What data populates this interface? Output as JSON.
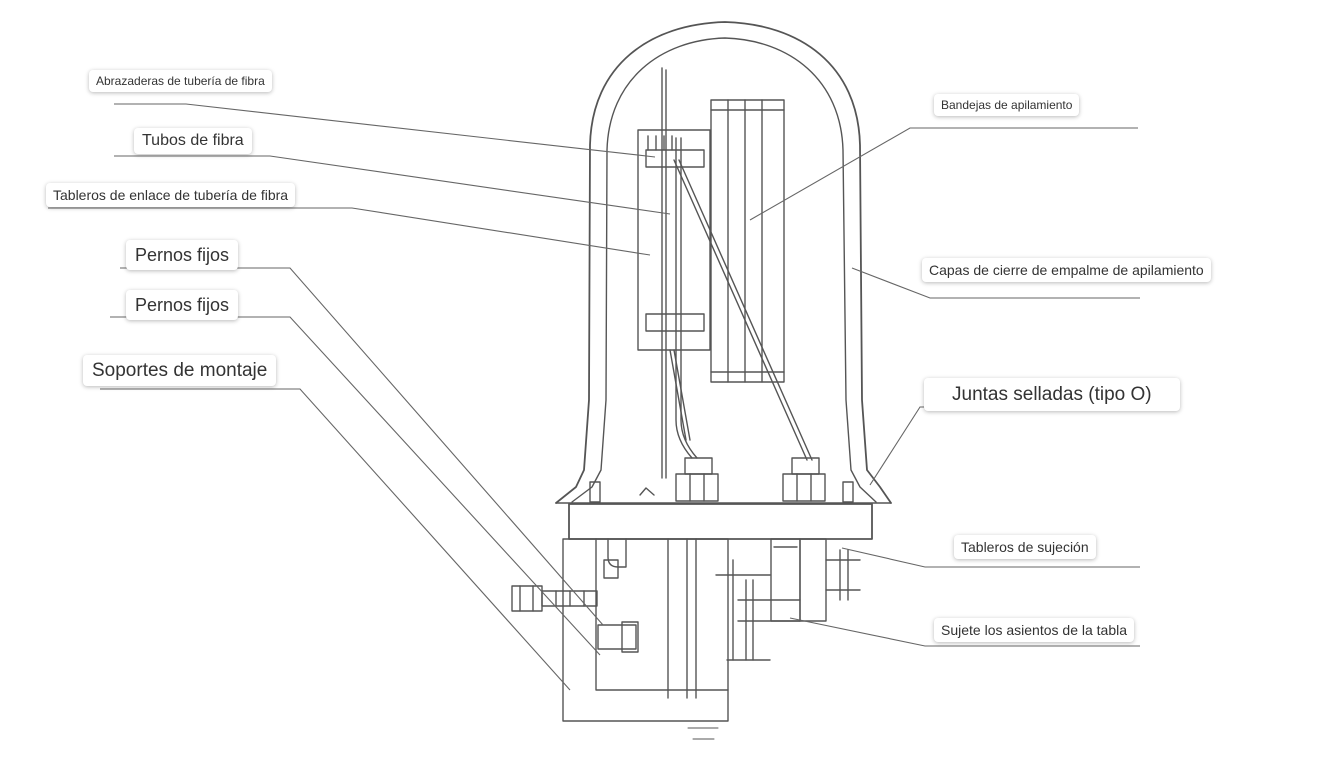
{
  "diagram": {
    "labels": {
      "abrazaderas": "Abrazaderas de tubería de fibra",
      "tubos": "Tubos de fibra",
      "tableros_enlace": "Tableros de enlace de tubería de fibra",
      "pernos_1": "Pernos fijos",
      "pernos_2": "Pernos fijos",
      "soportes": "Soportes de montaje",
      "bandejas": "Bandejas de apilamiento",
      "capas": "Capas de cierre de empalme de apilamiento",
      "juntas": "Juntas selladas (tipo O)",
      "tableros_sujecion": "Tableros de sujeción",
      "sujete": "Sujete los asientos de la tabla"
    },
    "colors": {
      "drawing": "#555555",
      "leader": "#666666",
      "label_text": "#333333",
      "background": "#ffffff"
    }
  }
}
